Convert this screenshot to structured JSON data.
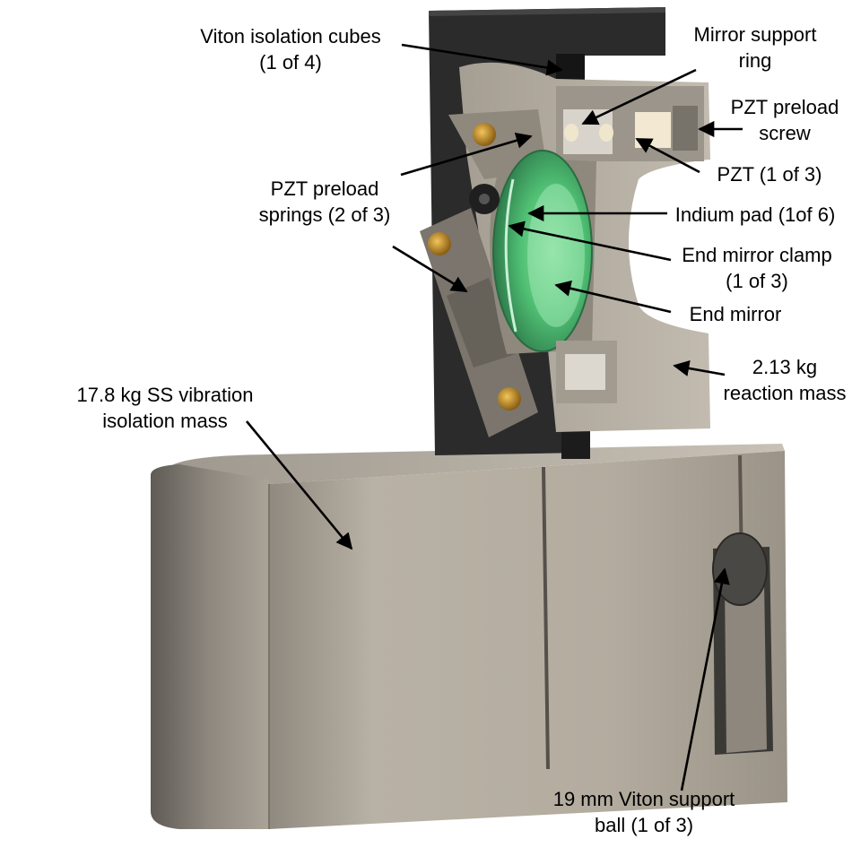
{
  "colors": {
    "background": "#ffffff",
    "steel_light": "#b9b2a6",
    "steel_mid": "#9c958a",
    "steel_dark": "#6f6a62",
    "black_bracket": "#2a2a2a",
    "optic_green": "#4fbf73",
    "brass": "#c8962c",
    "arrow": "#000000"
  },
  "icons": {
    "bolt": "hex-socket-screw-icon",
    "ball": "viton-ball-icon"
  },
  "labels": {
    "viton_cubes": {
      "line1": "Viton isolation cubes",
      "line2": "(1 of 4)"
    },
    "mirror_ring": {
      "line1": "Mirror support",
      "line2": "ring"
    },
    "pzt_screw": {
      "line1": "PZT preload",
      "line2": "screw"
    },
    "pzt": {
      "line1": "PZT (1 of 3)"
    },
    "pzt_springs": {
      "line1": "PZT preload",
      "line2": "springs (2 of 3)"
    },
    "indium": {
      "line1": "Indium pad (1of 6)"
    },
    "clamp": {
      "line1": "End mirror clamp",
      "line2": "(1 of 3)"
    },
    "end_mirror": {
      "line1": "End mirror"
    },
    "reaction_mass": {
      "line1": "2.13 kg",
      "line2": "reaction mass"
    },
    "iso_mass": {
      "line1": "17.8 kg SS vibration",
      "line2": "isolation mass"
    },
    "support_ball": {
      "line1": "19 mm Viton support",
      "line2": "ball (1 of 3)"
    }
  }
}
